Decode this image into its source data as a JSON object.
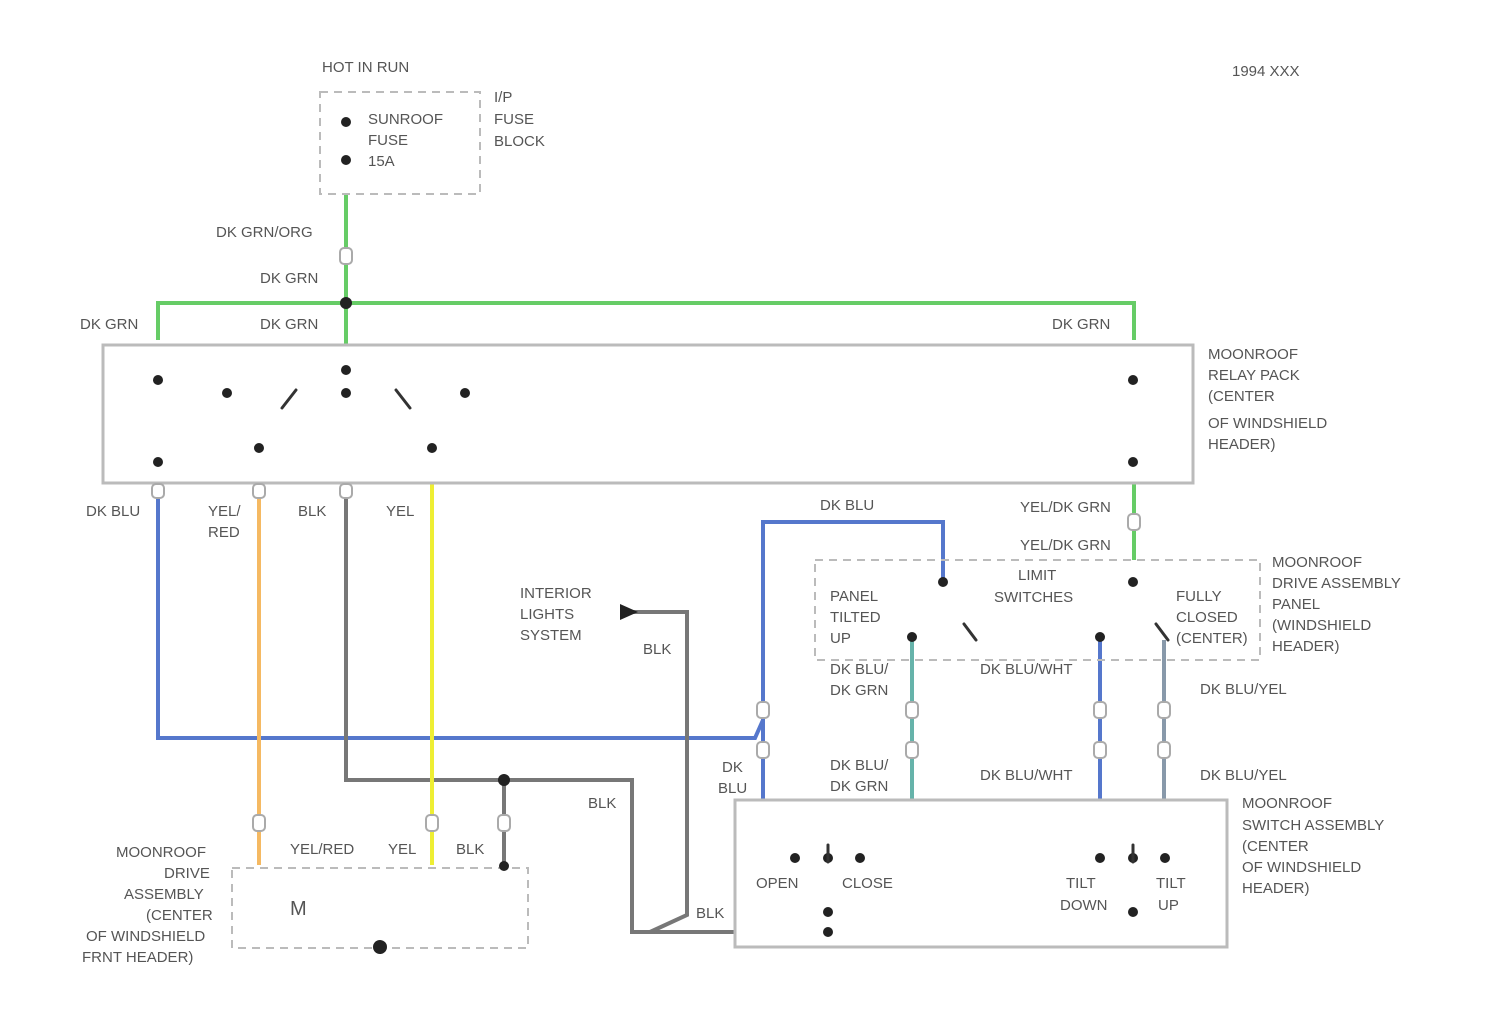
{
  "colors": {
    "green": "#66cc66",
    "blue": "#5577cc",
    "orange": "#f5b962",
    "gray": "#777777",
    "yellow": "#eeee33",
    "teal": "#66b3aa",
    "slate": "#8899aa",
    "outline": "#bbbbbb",
    "text": "#555555"
  },
  "page_ref": "1994 XXX",
  "power": {
    "header": "HOT IN RUN",
    "fuse_name": "SUNROOF",
    "fuse_word": "FUSE",
    "fuse_amps": "15A",
    "block_lines": [
      "I/P",
      "FUSE",
      "BLOCK"
    ]
  },
  "wires": {
    "feed": "DK GRN/ORG",
    "dk_grn": "DK GRN",
    "dk_blu": "DK BLU",
    "yel_red": "YEL/RED",
    "yel_red_lines": [
      "YEL/",
      "RED"
    ],
    "blk": "BLK",
    "yel": "YEL",
    "yel_dk_grn": "YEL/DK GRN",
    "dk_blu_dk_grn": [
      "DK BLU/",
      "DK GRN"
    ],
    "dk_blu_wht": "DK BLU/WHT",
    "dk_blu_yel": "DK BLU/YEL",
    "dk_blu_stack": [
      "DK",
      "BLU"
    ]
  },
  "components": {
    "relay": [
      "MOONROOF",
      "RELAY PACK",
      "(CENTER",
      "OF WINDSHIELD",
      "HEADER)"
    ],
    "interior_lights": [
      "INTERIOR",
      "LIGHTS",
      "SYSTEM"
    ],
    "drive_panel": [
      "MOONROOF",
      "DRIVE ASSEMBLY",
      "PANEL",
      "(WINDSHIELD",
      "HEADER)"
    ],
    "limit_switches": [
      "LIMIT",
      "SWITCHES"
    ],
    "panel_tilted_up": [
      "PANEL",
      "TILTED",
      "UP"
    ],
    "fully_closed": [
      "FULLY",
      "CLOSED",
      "(CENTER)"
    ],
    "drive_motor": [
      "MOONROOF",
      "DRIVE",
      "ASSEMBLY",
      "(CENTER",
      "OF WINDSHIELD",
      "FRNT HEADER)"
    ],
    "motor_symbol": "M",
    "switch_assembly": [
      "MOONROOF",
      "SWITCH ASSEMBLY",
      "(CENTER",
      "OF WINDSHIELD",
      "HEADER)"
    ],
    "open": "OPEN",
    "close": "CLOSE",
    "tilt_down": [
      "TILT",
      "DOWN"
    ],
    "tilt_up": [
      "TILT",
      "UP"
    ]
  }
}
